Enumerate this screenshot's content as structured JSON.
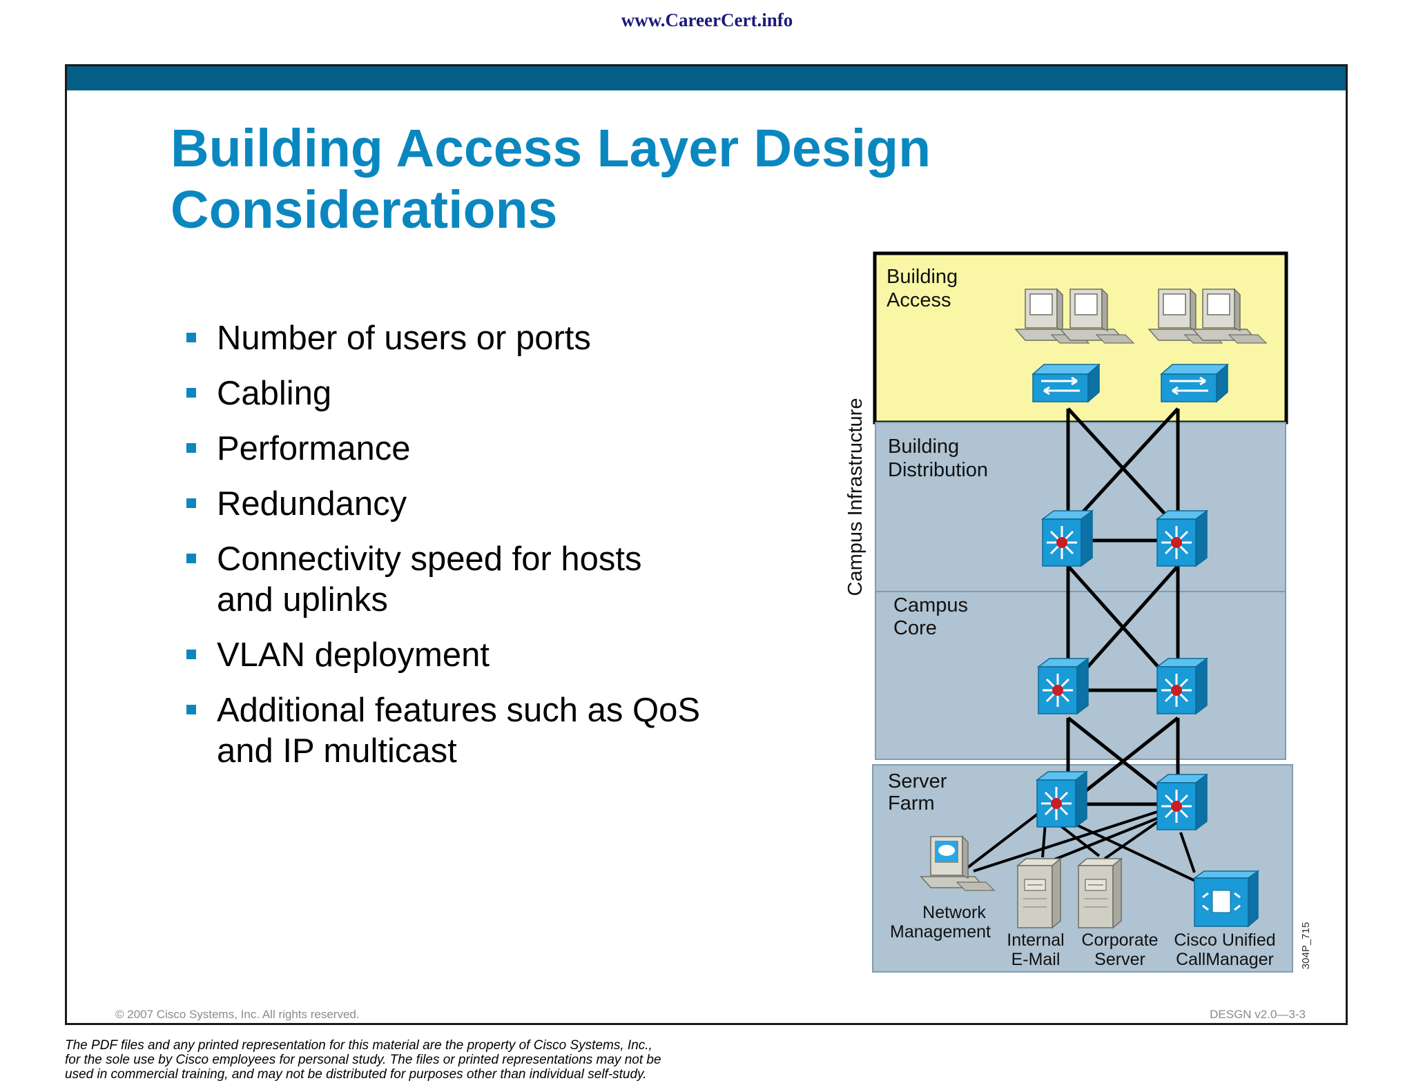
{
  "watermark": "www.CareerCert.info",
  "slide": {
    "title_line1": "Building Access Layer Design",
    "title_line2": "Considerations",
    "bullets": [
      [
        "Number of users or ports"
      ],
      [
        "Cabling"
      ],
      [
        "Performance"
      ],
      [
        "Redundancy"
      ],
      [
        "Connectivity speed for hosts",
        "and uplinks"
      ],
      [
        "VLAN deployment"
      ],
      [
        "Additional features such as QoS",
        "and IP multicast"
      ]
    ],
    "copyright": "© 2007 Cisco Systems, Inc. All rights reserved.",
    "course_id": "DESGN v2.0—3-3"
  },
  "legal": [
    "The PDF files and any printed representation for this material are the property of Cisco Systems, Inc.,",
    "for the sole use by Cisco employees for personal study. The files or printed representations may not be",
    "used in commercial training, and may not be distributed for purposes other than individual self-study."
  ],
  "diagram": {
    "side_label": "Campus Infrastructure",
    "building_access": [
      "Building",
      "Access"
    ],
    "building_distribution": [
      "Building",
      "Distribution"
    ],
    "campus_core": [
      "Campus",
      "Core"
    ],
    "server_farm": [
      "Server",
      "Farm"
    ],
    "network_management": [
      "Network",
      "Management"
    ],
    "internal_email": [
      "Internal",
      "E-Mail"
    ],
    "corporate_server": [
      "Corporate",
      "Server"
    ],
    "callmanager": [
      "Cisco Unified",
      "CallManager"
    ],
    "figure_id": "304P_715",
    "colors": {
      "access_fill": "#f9f7a5",
      "layer_fill": "#afc3d2",
      "device_blue": "#1a9ad6",
      "title_blue": "#0b87bf",
      "header_bar": "#045e85"
    }
  }
}
